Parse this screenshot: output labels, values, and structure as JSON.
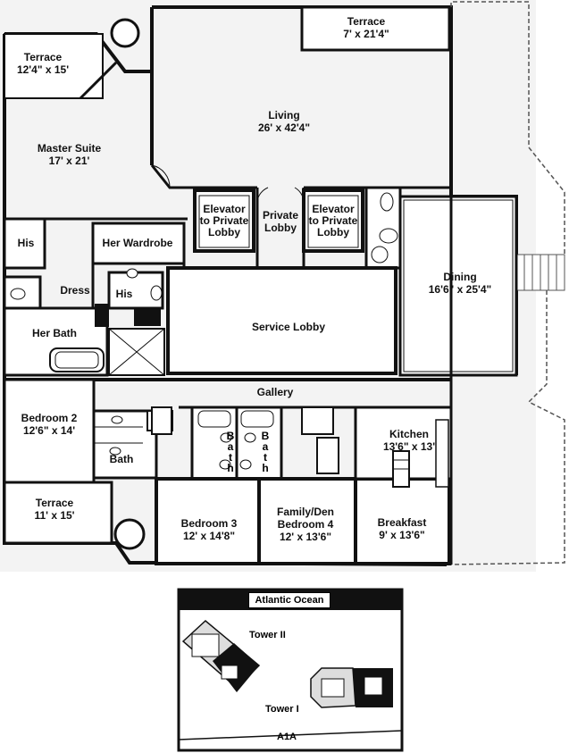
{
  "rooms": {
    "terrace_top": {
      "name": "Terrace",
      "dims": "7' x 21'4\""
    },
    "terrace_left": {
      "name": "Terrace",
      "dims": "12'4\" x 15'"
    },
    "living": {
      "name": "Living",
      "dims": "26' x 42'4\""
    },
    "master_suite": {
      "name": "Master Suite",
      "dims": "17' x 21'"
    },
    "elevator_left": {
      "name": "Elevator to Private Lobby"
    },
    "private_lobby": {
      "name": "Private Lobby"
    },
    "elevator_right": {
      "name": "Elevator to Private Lobby"
    },
    "his_top": {
      "name": "His"
    },
    "her_wardrobe": {
      "name": "Her Wardrobe"
    },
    "dress": {
      "name": "Dress"
    },
    "his_bottom": {
      "name": "His"
    },
    "her_bath": {
      "name": "Her Bath"
    },
    "service_lobby": {
      "name": "Service Lobby"
    },
    "dining": {
      "name": "Dining",
      "dims": "16'6\" x 25'4\""
    },
    "gallery": {
      "name": "Gallery"
    },
    "bedroom2": {
      "name": "Bedroom 2",
      "dims": "12'6\" x 14'"
    },
    "bath": {
      "name": "Bath"
    },
    "bath_a": {
      "letters": [
        "B",
        "a",
        "t",
        "h"
      ]
    },
    "bath_b": {
      "letters": [
        "B",
        "a",
        "t",
        "h"
      ]
    },
    "kitchen": {
      "name": "Kitchen",
      "dims": "13'6\" x 13'"
    },
    "terrace_bottom": {
      "name": "Terrace",
      "dims": "11' x 15'"
    },
    "bedroom3": {
      "name": "Bedroom 3",
      "dims": "12' x 14'8\""
    },
    "bedroom4": {
      "name": "Family/Den Bedroom 4",
      "dims": "12' x 13'6\""
    },
    "breakfast": {
      "name": "Breakfast",
      "dims": "9' x 13'6\""
    }
  },
  "site": {
    "ocean": "Atlantic Ocean",
    "tower2": "Tower II",
    "tower1": "Tower I",
    "road": "A1A"
  }
}
